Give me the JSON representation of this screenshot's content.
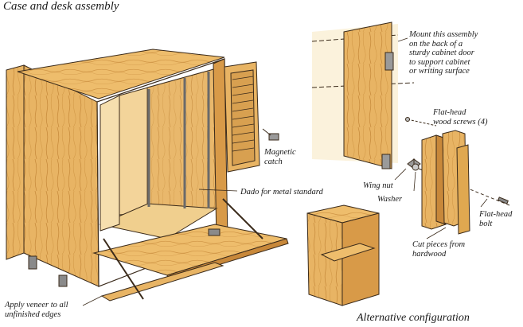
{
  "titles": {
    "main": "Case and desk assembly",
    "alternative": "Alternative configuration"
  },
  "labels": {
    "mount": "Mount this assembly\non the back of a\nsturdy cabinet door\nto support cabinet\nor writing surface",
    "screws": "Flat-head\nwood screws (4)",
    "magnetic": "Magnetic\ncatch",
    "dado": "Dado for metal standard",
    "wing_nut": "Wing nut",
    "washer": "Washer",
    "bolt": "Flat-head\nbolt",
    "cut": "Cut pieces from\nhardwood",
    "veneer": "Apply veneer to all\nunfinished edges"
  },
  "colors": {
    "wood_light": "#f0c878",
    "wood_mid": "#e0a850",
    "wood_dark": "#c8883a",
    "wall": "#f6e6c2",
    "line": "#3a2a1a"
  }
}
